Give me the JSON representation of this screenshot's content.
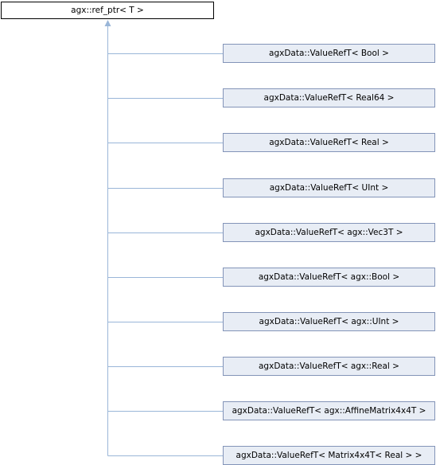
{
  "diagram": {
    "base_class": "agx::ref_ptr< T >",
    "derived_classes": [
      "agxData::ValueRefT< Bool >",
      "agxData::ValueRefT< Real64 >",
      "agxData::ValueRefT< Real >",
      "agxData::ValueRefT< UInt >",
      "agxData::ValueRefT< agx::Vec3T >",
      "agxData::ValueRefT< agx::Bool >",
      "agxData::ValueRefT< agx::UInt >",
      "agxData::ValueRefT< agx::Real >",
      "agxData::ValueRefT< agx::AffineMatrix4x4T >",
      "agxData::ValueRefT< Matrix4x4T< Real > >"
    ],
    "colors": {
      "connector": "#9ab6d8",
      "child_fill": "#e8edf5",
      "child_border": "#8394b8",
      "base_border": "#000000"
    }
  }
}
